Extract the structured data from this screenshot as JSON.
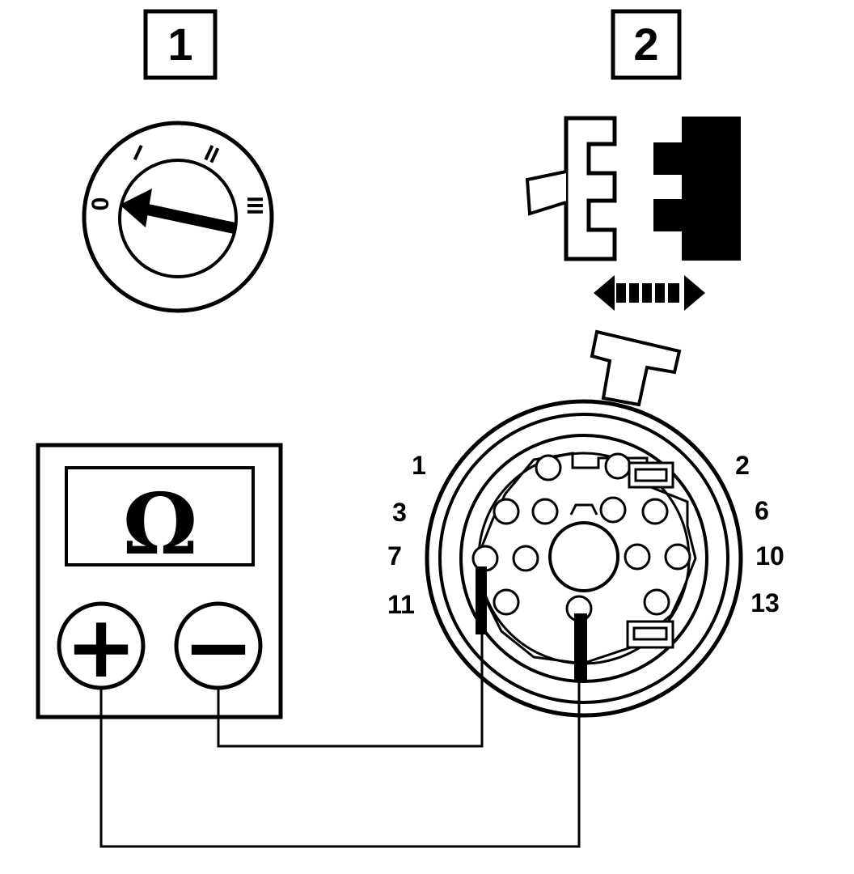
{
  "step_labels": {
    "step1": "1",
    "step2": "2"
  },
  "ignition_switch": {
    "positions": [
      "0",
      "I",
      "II",
      "III"
    ]
  },
  "ohmmeter": {
    "display_symbol": "Ω",
    "positive_terminal": "+",
    "negative_terminal": "−"
  },
  "connector": {
    "pin_labels": {
      "p1": "1",
      "p2": "2",
      "p3": "3",
      "p6": "6",
      "p7": "7",
      "p10": "10",
      "p11": "11",
      "p13": "13"
    }
  },
  "colors": {
    "line": "#000000",
    "background": "#ffffff"
  }
}
